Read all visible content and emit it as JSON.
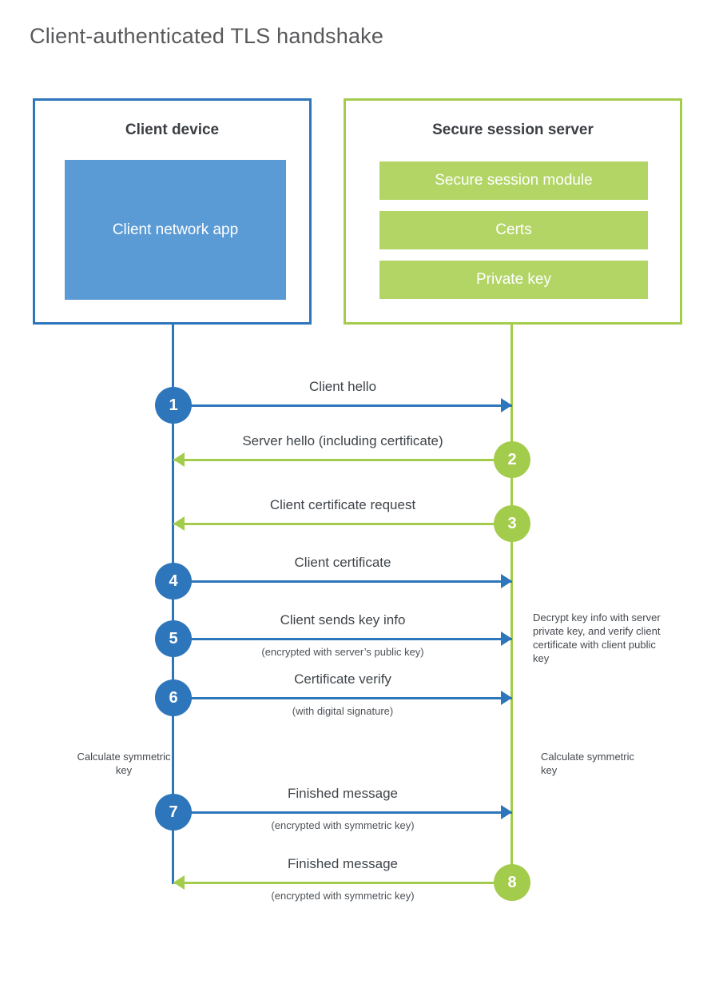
{
  "title": "Client-authenticated TLS handshake",
  "client": {
    "title": "Client device",
    "app_label": "Client network app"
  },
  "server": {
    "title": "Secure session server",
    "modules": [
      "Secure session module",
      "Certs",
      "Private key"
    ]
  },
  "messages": [
    {
      "num": "1",
      "label": "Client hello"
    },
    {
      "num": "2",
      "label": "Server hello (including certificate)"
    },
    {
      "num": "3",
      "label": "Client certificate request"
    },
    {
      "num": "4",
      "label": "Client certificate"
    },
    {
      "num": "5",
      "label": "Client sends key info",
      "sub": "(encrypted with server’s public key)"
    },
    {
      "num": "6",
      "label": "Certificate verify",
      "sub": "(with digital signature)"
    },
    {
      "num": "7",
      "label": "Finished message",
      "sub": "(encrypted with symmetric key)"
    },
    {
      "num": "8",
      "label": "Finished message",
      "sub": "(encrypted with symmetric key)"
    }
  ],
  "notes": {
    "decrypt": "Decrypt key info with server private key, and verify client certificate with client public key",
    "calc_left": "Calculate symmetric key",
    "calc_right": "Calculate symmetric key"
  },
  "colors": {
    "blue": "#2e76bb",
    "blue_fill": "#5b9bd5",
    "green": "#a4cc4c",
    "green_fill": "#b3d566"
  }
}
